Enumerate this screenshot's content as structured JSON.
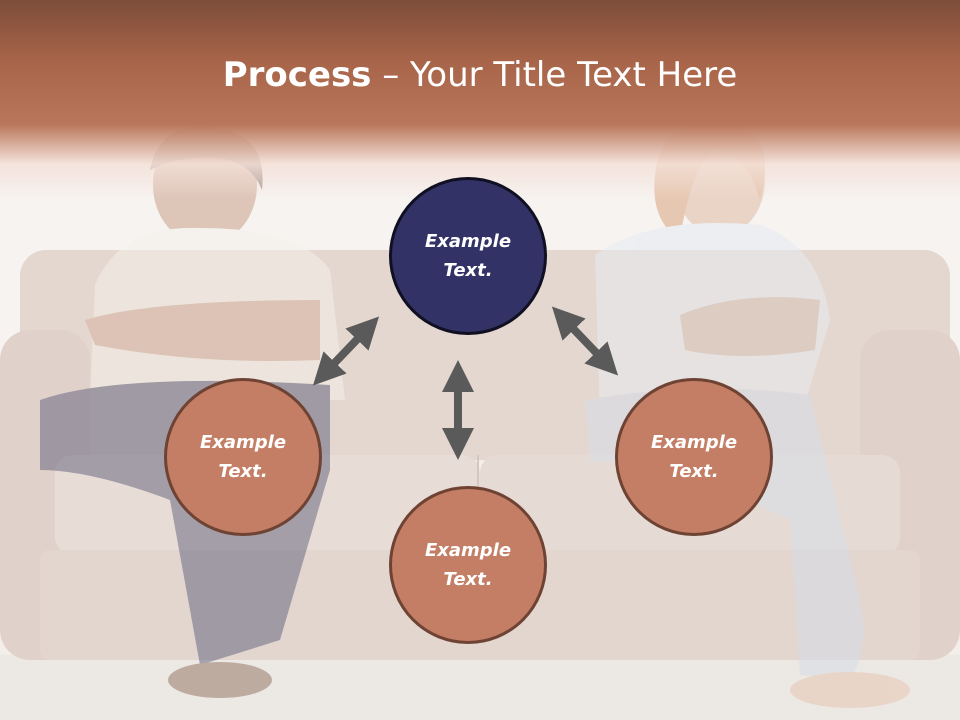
{
  "slide": {
    "title_bold": "Process",
    "title_rest": " – Your Title Text Here",
    "nodes": {
      "top": "Example\nText.",
      "left": "Example\nText.",
      "right": "Example\nText.",
      "bottom": "Example\nText."
    }
  },
  "colors": {
    "header": "#a76449",
    "brown_circle": "#c47e65",
    "brown_border": "#6e4334",
    "navy_circle": "#333266",
    "arrow": "#5a5a5a"
  }
}
